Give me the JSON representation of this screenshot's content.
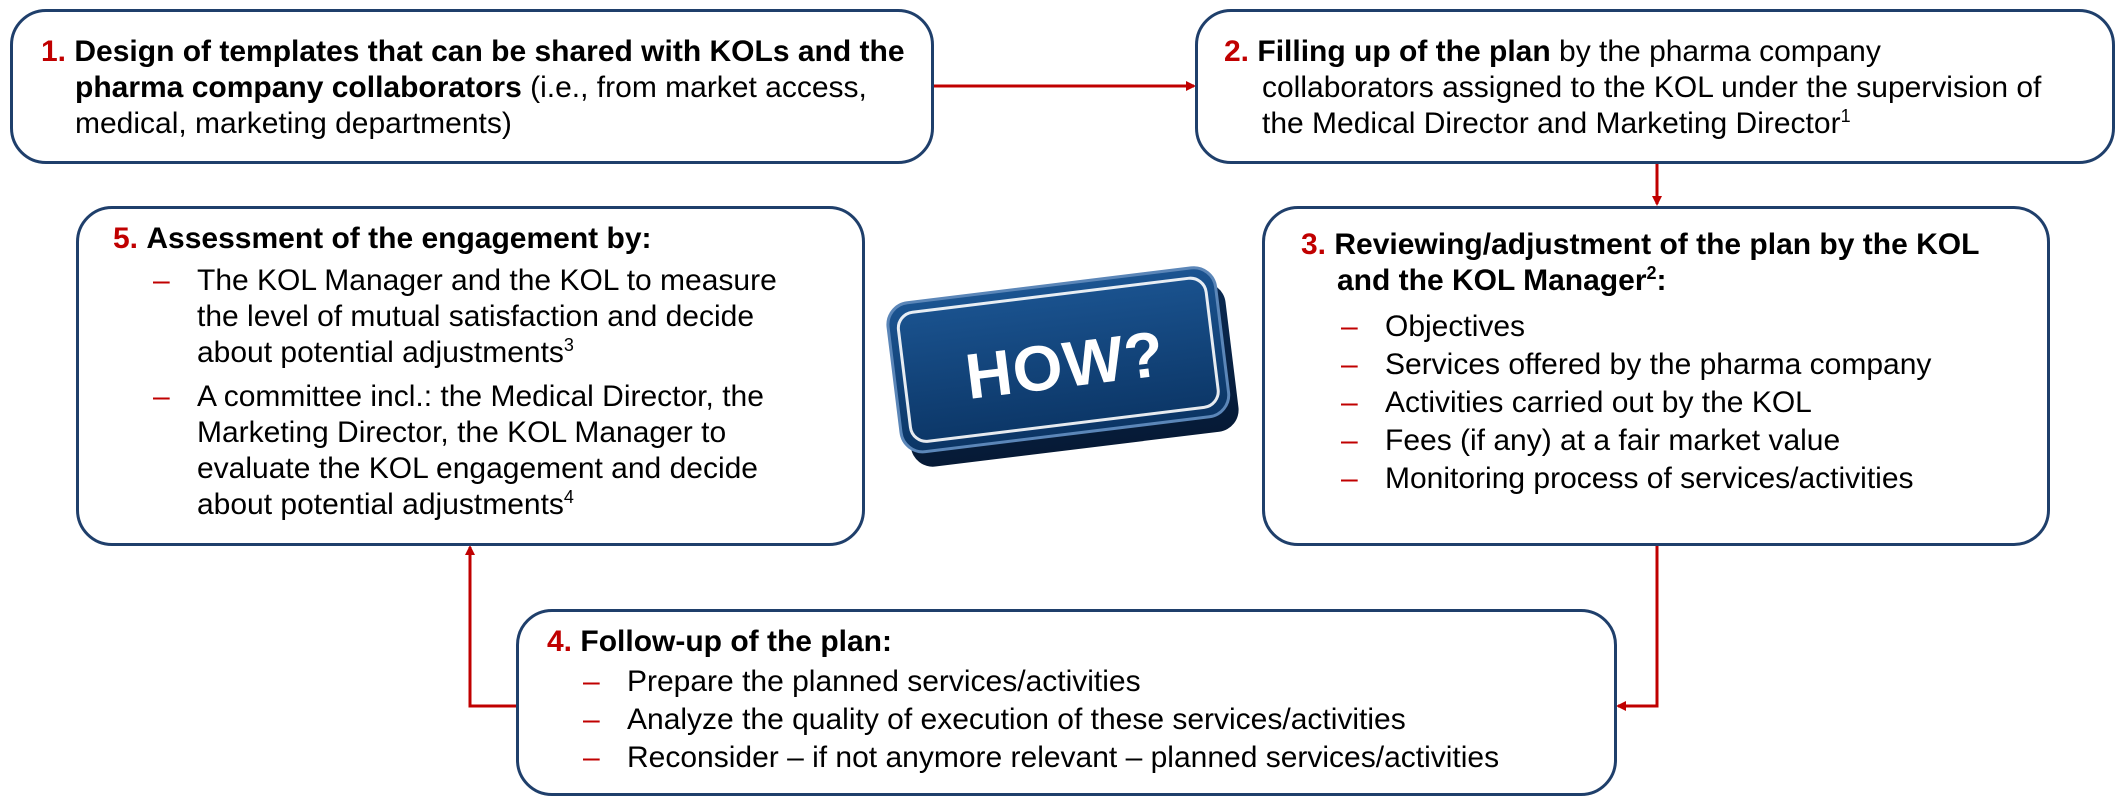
{
  "colors": {
    "accent": "#c00000",
    "border": "#1f3f6b",
    "button": "#0d3c6e"
  },
  "step1": {
    "num": "1.",
    "bold1": "Design of templates that can be shared with KOLs and the",
    "bold2": "pharma company collaborators",
    "rest2": " (i.e., from market access,",
    "line3": "medical, marketing departments)"
  },
  "step2": {
    "num": "2.",
    "bold": "Filling up of the plan",
    "rest1": " by the pharma company",
    "line2": "collaborators assigned to the KOL under the supervision of",
    "line3": "the Medical Director and Marketing Director",
    "sup": "1"
  },
  "step3": {
    "num": "3.",
    "bold1": "Reviewing/adjustment of the plan by the KOL",
    "bold2": "and the KOL Manager",
    "sup": "2",
    "colon": ":",
    "items": [
      "Objectives",
      "Services offered by the pharma company",
      "Activities carried out by the KOL",
      "Fees (if any) at a fair market value",
      "Monitoring process of services/activities"
    ]
  },
  "step4": {
    "num": "4.",
    "title": "Follow-up of the plan:",
    "items": [
      "Prepare the planned services/activities",
      "Analyze the quality of execution of these services/activities",
      "Reconsider – if not anymore relevant – planned services/activities"
    ]
  },
  "step5": {
    "num": "5.",
    "title": "Assessment of the engagement by:",
    "item1_l1": "The KOL Manager and the KOL to measure",
    "item1_l2": "the level of mutual satisfaction and decide",
    "item1_l3": "about potential adjustments",
    "item1_sup": "3",
    "item2_l1": "A committee incl.: the Medical Director, the",
    "item2_l2": "Marketing Director, the KOL Manager to",
    "item2_l3": "evaluate the KOL engagement and decide",
    "item2_l4": "about potential adjustments",
    "item2_sup": "4"
  },
  "center_button": {
    "label": "HOW?"
  }
}
